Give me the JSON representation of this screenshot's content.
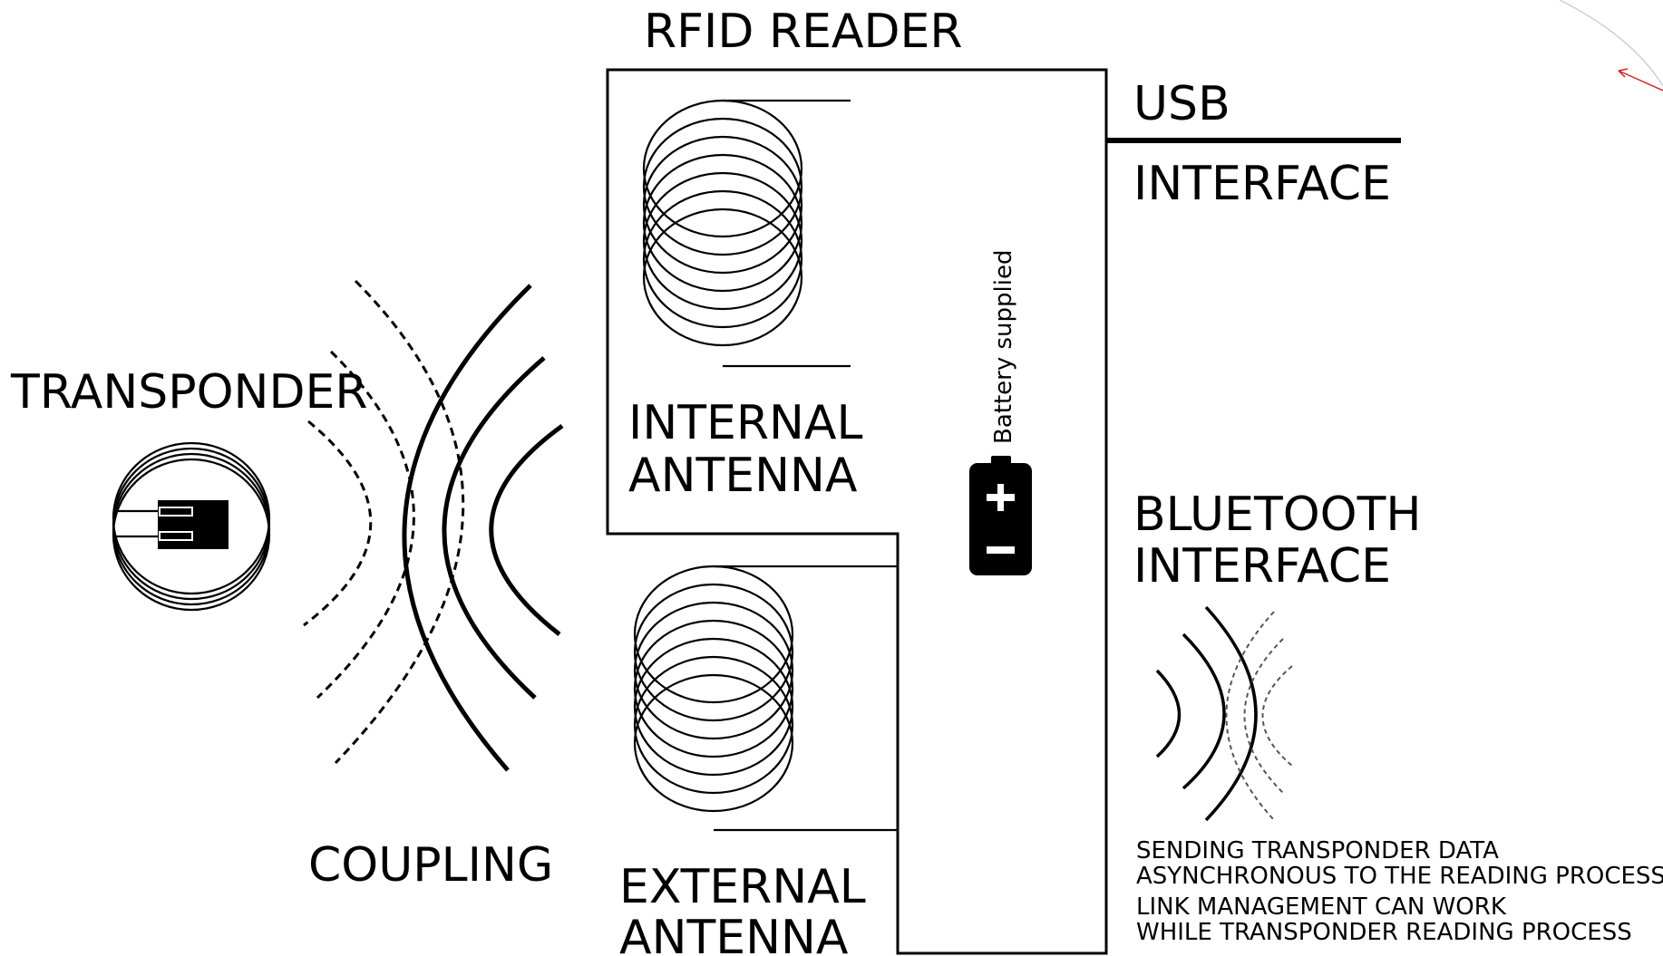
{
  "labels": {
    "rfid_reader": "RFID READER",
    "usb": "USB",
    "interface": "INTERFACE",
    "transponder": "TRANSPONDER",
    "internal_antenna_1": "INTERNAL",
    "internal_antenna_2": "ANTENNA",
    "external_antenna_1": "EXTERNAL",
    "external_antenna_2": "ANTENNA",
    "coupling": "COUPLING",
    "battery": "Battery supplied",
    "bluetooth_1": "BLUETOOTH",
    "bluetooth_2": "INTERFACE",
    "note_1": "SENDING TRANSPONDER DATA",
    "note_2": "ASYNCHRONOUS TO THE READING PROCESS",
    "note_3": "LINK MANAGEMENT CAN WORK",
    "note_4": "WHILE TRANSPONDER READING PROCESS"
  },
  "icons": {
    "battery": "battery-icon",
    "transponder_chip": "chip-icon",
    "internal_coil": "coil-icon",
    "external_coil": "coil-icon",
    "bluetooth_waves": "wireless-waves-icon",
    "coupling_waves": "coupling-waves-icon"
  }
}
